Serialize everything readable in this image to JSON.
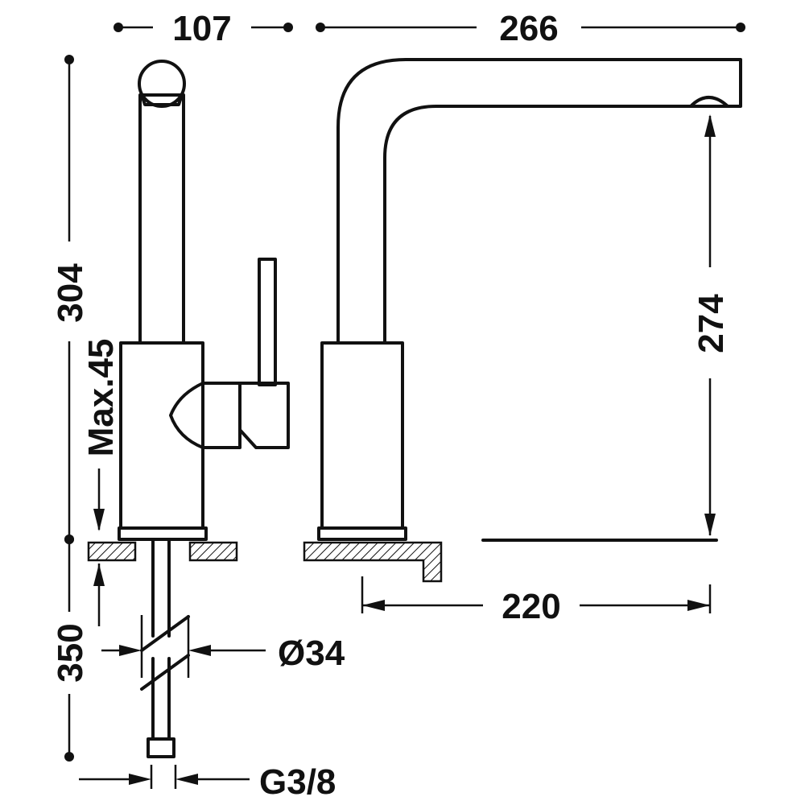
{
  "dimensions": {
    "handle_width": "107",
    "spout_reach_top": "266",
    "total_height": "304",
    "max_deck": "Max.45",
    "spout_height": "274",
    "spout_reach_bottom": "220",
    "connection_length": "350",
    "hole_diameter": "Ø34",
    "thread": "G3/8"
  },
  "colors": {
    "line": "#111111",
    "background": "#ffffff"
  }
}
